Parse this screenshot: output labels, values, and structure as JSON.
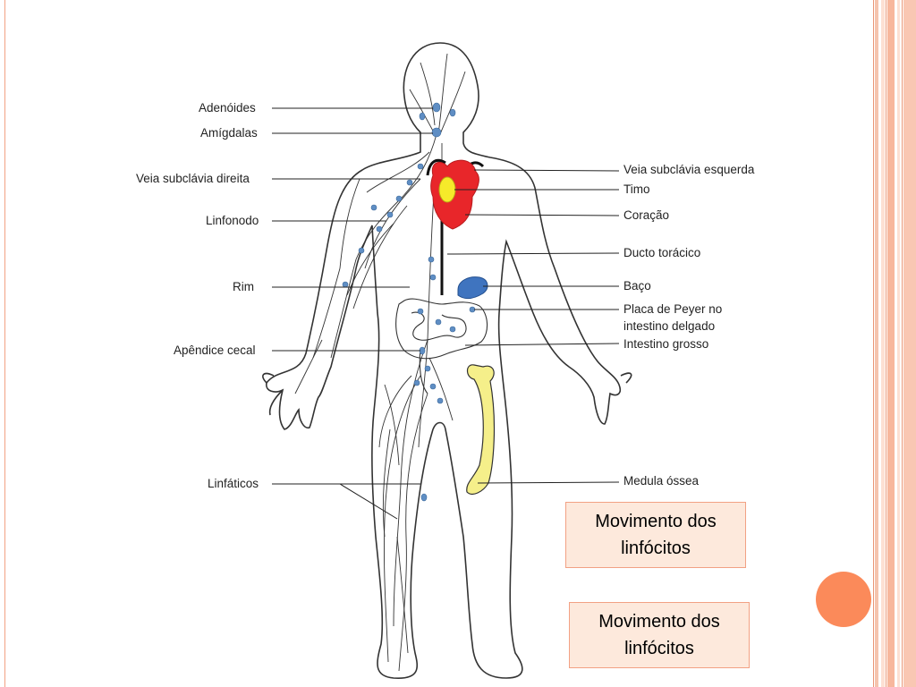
{
  "labels_left": {
    "adenoides": "Adenóides",
    "amigdalas": "Amígdalas",
    "veia_subclavia_direita": "Veia subclávia direita",
    "linfonodo": "Linfonodo",
    "rim": "Rim",
    "apendice_cecal": "Apêndice cecal",
    "linfaticos": "Linfáticos"
  },
  "labels_right": {
    "veia_subclavia_esquerda": "Veia subclávia esquerda",
    "timo": "Timo",
    "coracao": "Coração",
    "ducto_toracico": "Ducto torácico",
    "baco": "Baço",
    "placa_peyer_1": "Placa de Peyer no",
    "placa_peyer_2": "intestino delgado",
    "intestino_grosso": "Intestino grosso",
    "medula_ossea": "Medula óssea"
  },
  "notes": [
    {
      "line1": "Movimento dos",
      "line2": "linfócitos"
    },
    {
      "line1": "Movimento dos",
      "line2": "linfócitos"
    }
  ],
  "colors": {
    "frame_accent": "#f2a184",
    "dot": "#fb8a5a",
    "heart": "#e8262a",
    "thymus": "#f6ea2a",
    "lymph_node": "#5f8ec4",
    "spleen": "#3f74bf",
    "bone_marrow": "#f5ef8a"
  }
}
